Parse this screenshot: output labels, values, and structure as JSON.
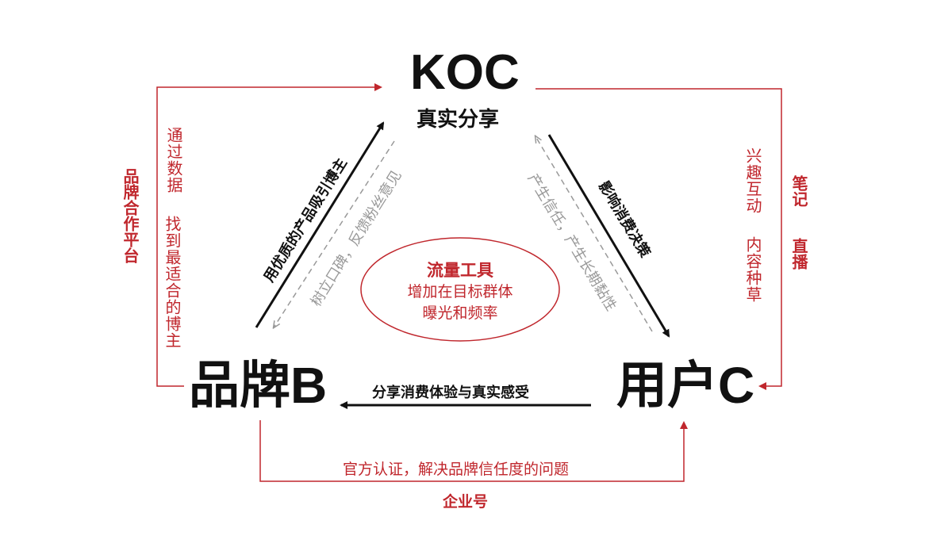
{
  "nodes": {
    "koc": {
      "title": "KOC",
      "subtitle": "真实分享"
    },
    "brand": {
      "title": "品牌B"
    },
    "user": {
      "title": "用户C"
    }
  },
  "center": {
    "title": "流量工具",
    "line1": "增加在目标群体",
    "line2": "曝光和频率"
  },
  "edges": {
    "brand_to_koc": "用优质的产品吸引博主",
    "koc_to_brand": "树立口碑，反馈粉丝意见",
    "koc_to_user": "影响消费决策",
    "user_to_koc": "产生信任，产生长期黏性",
    "user_to_brand": "分享消费体验与真实感受"
  },
  "outer": {
    "left_label": "品牌合作平台",
    "left_desc_col1": "通过数据",
    "left_desc_col2": "找到最适合的博主",
    "right_label_col1": "笔记",
    "right_label_col2": "直播",
    "right_desc_col1": "兴趣互动",
    "right_desc_col2": "内容种草",
    "bottom_desc": "官方认证，解决品牌信任度的问题",
    "bottom_label": "企业号"
  },
  "colors": {
    "accent": "#c0272d",
    "text": "#111111",
    "muted": "#999999"
  }
}
